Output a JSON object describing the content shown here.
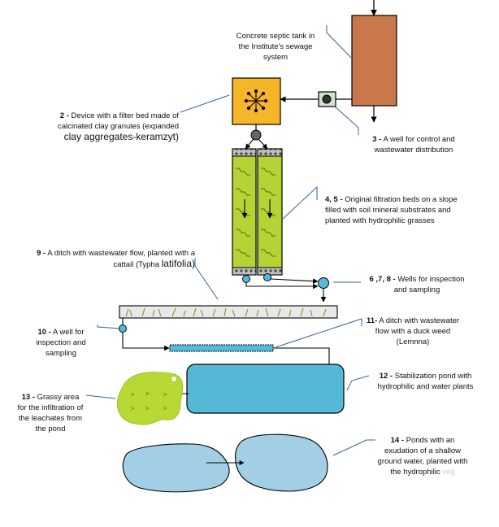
{
  "labels": {
    "tank": {
      "text": "Concrete septic tank in the Institute's sewage system"
    },
    "n2": {
      "num": "2 -",
      "text": " Device with a filter bed made of calcinated clay granules (expanded ",
      "big": "clay aggregates-keramzyt)"
    },
    "n3": {
      "num": "3 -",
      "text": "  A well for control and wastewater distribution"
    },
    "n45": {
      "num": "4, 5 -",
      "text": " Original filtration beds on a slope filled with soil mineral substrates and planted with hydrophilic  grasses"
    },
    "n9": {
      "num": "9 -",
      "text": " A ditch with wastewater flow, planted with a cattail (Typha ",
      "big": "latifolia)"
    },
    "n678": {
      "num": "6 ,7, 8 -",
      "text": " Wells for inspection and sampling"
    },
    "n10": {
      "num": "10 -",
      "text": " A well for inspection and sampling"
    },
    "n11": {
      "num": "11-",
      "text": " A ditch with wastewater flow with a duck weed (Lemnna)"
    },
    "n12": {
      "num": "12 -",
      "text": " Stabilization pond with hydrophilic and water plants"
    },
    "n13": {
      "num": "13 -",
      "text": " Grassy area for the infiltration of the leachates from the pond"
    },
    "n14": {
      "num": "14 -",
      "text": " Ponds with an exudation of a shallow ground water, planted with the hydrophilic ",
      "faded": "veg"
    }
  },
  "colors": {
    "tank": "#c8784a",
    "device": "#f7b52a",
    "bed": "#b5d334",
    "well": "#55bbdd",
    "pond12": "#55b9d6",
    "grass": "#b8d935",
    "ponds14": "#a2cfe6",
    "leader": "#3b5fa0"
  }
}
